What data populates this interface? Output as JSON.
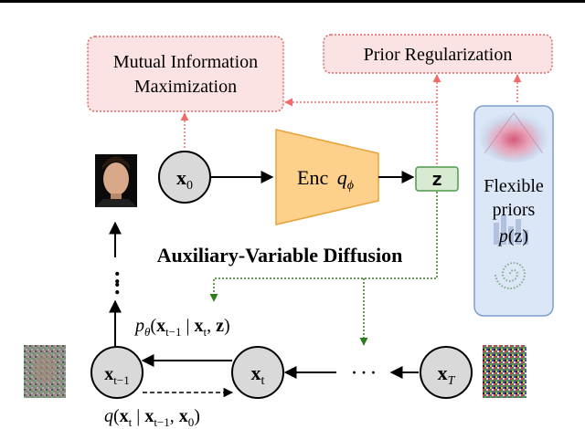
{
  "header": {
    "title": "p"
  },
  "boxes": {
    "mi_line1": "Mutual Information",
    "mi_line2": "Maximization",
    "prior": "Prior Regularization"
  },
  "encoder": {
    "label": "Enc",
    "q": "q",
    "sub": "ϕ"
  },
  "latent": {
    "z": "z"
  },
  "flexible": {
    "line1": "Flexible",
    "line2": "priors",
    "p": "p",
    "pz_arg": "(z)"
  },
  "title": "Auxiliary-Variable Diffusion",
  "ellipsis_vertical": ":",
  "ellipsis_horizontal": "· · ·",
  "nodes": {
    "x0": {
      "base": "x",
      "sub": "0"
    },
    "xtm1": {
      "base": "x",
      "sub": "t−1"
    },
    "xt": {
      "base": "x",
      "sub": "t"
    },
    "xT": {
      "base": "x",
      "sub": "T"
    }
  },
  "reverse_label": {
    "p": "p",
    "theta": "θ",
    "open": "(",
    "x1": "x",
    "x1_sub": "t−1",
    "bar": " | ",
    "x2": "x",
    "x2_sub": "t",
    "comma": ", ",
    "z": "z",
    "close": ")"
  },
  "forward_label": {
    "q": "q",
    "open": "(",
    "x1": "x",
    "x1_sub": "t",
    "bar": " | ",
    "x2": "x",
    "x2_sub": "t−1",
    "comma": ", ",
    "x3": "x",
    "x3_sub": "0",
    "close": ")"
  },
  "colors": {
    "box_fill": "#fbe3e3",
    "box_stroke": "#e06666",
    "arrow_red": "#f26b6b",
    "enc_fill": "#fdd08c",
    "enc_stroke": "#e8a33a",
    "z_fill": "#d9ead3",
    "z_stroke": "#4e9a4e",
    "prior_panel_fill": "#dbe7f7",
    "prior_panel_stroke": "#7d9fd0",
    "green_dot": "#2e7d1f",
    "node_fill": "#d9d9d9"
  }
}
